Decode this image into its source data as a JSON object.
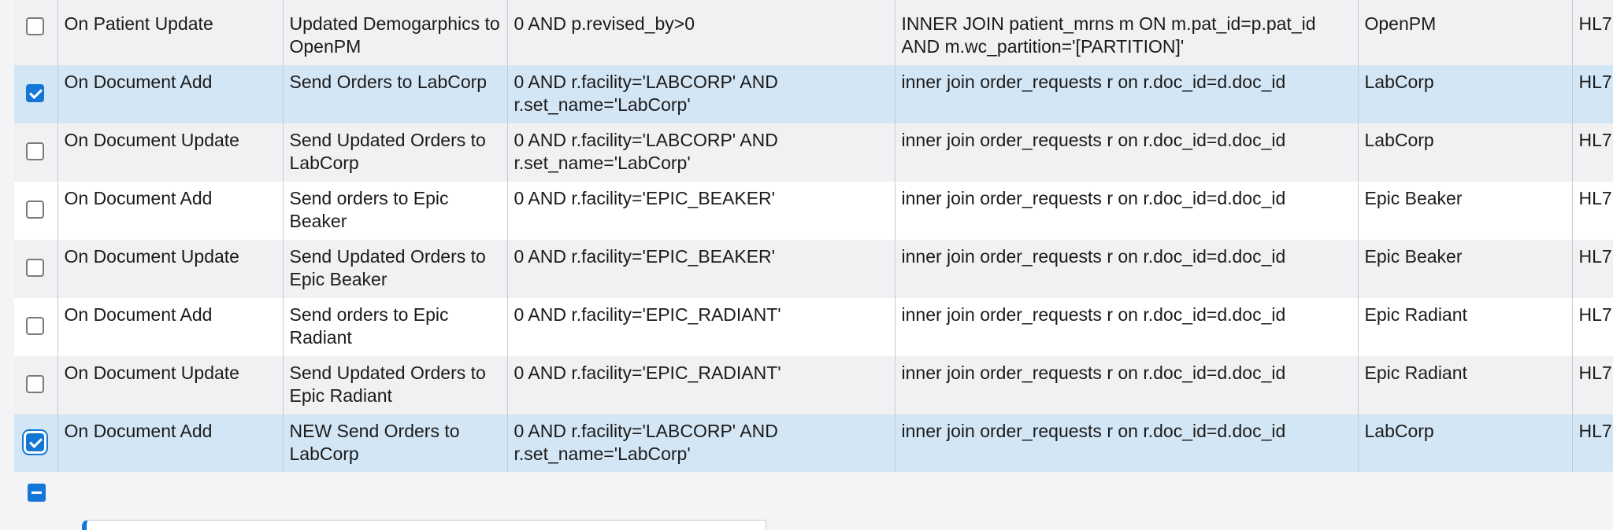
{
  "rows": [
    {
      "checked": false,
      "event": "On Patient Update",
      "description": "Updated Demogarphics to OpenPM",
      "condition": "0 AND p.revised_by>0",
      "join": "INNER JOIN patient_mrns m ON m.pat_id=p.pat_id AND m.wc_partition='[PARTITION]'",
      "target": "OpenPM",
      "format": "HL7"
    },
    {
      "checked": true,
      "event": "On Document Add",
      "description": "Send Orders to LabCorp",
      "condition": "0 AND r.facility='LABCORP' AND r.set_name='LabCorp'",
      "join": "inner join order_requests r on r.doc_id=d.doc_id",
      "target": "LabCorp",
      "format": "HL7"
    },
    {
      "checked": false,
      "event": "On Document Update",
      "description": "Send Updated Orders to LabCorp",
      "condition": "0 AND r.facility='LABCORP' AND r.set_name='LabCorp'",
      "join": "inner join order_requests r on r.doc_id=d.doc_id",
      "target": "LabCorp",
      "format": "HL7"
    },
    {
      "checked": false,
      "event": "On Document Add",
      "description": "Send orders to Epic Beaker",
      "condition": "0 AND r.facility='EPIC_BEAKER'",
      "join": "inner join order_requests r on r.doc_id=d.doc_id",
      "target": "Epic Beaker",
      "format": "HL7"
    },
    {
      "checked": false,
      "event": "On Document Update",
      "description": "Send Updated Orders to Epic Beaker",
      "condition": "0 AND r.facility='EPIC_BEAKER'",
      "join": "inner join order_requests r on r.doc_id=d.doc_id",
      "target": "Epic Beaker",
      "format": "HL7"
    },
    {
      "checked": false,
      "event": "On Document Add",
      "description": "Send orders to Epic Radiant",
      "condition": "0 AND r.facility='EPIC_RADIANT'",
      "join": "inner join order_requests r on r.doc_id=d.doc_id",
      "target": "Epic Radiant",
      "format": "HL7"
    },
    {
      "checked": false,
      "event": "On Document Update",
      "description": "Send Updated Orders to Epic Radiant",
      "condition": "0 AND r.facility='EPIC_RADIANT'",
      "join": "inner join order_requests r on r.doc_id=d.doc_id",
      "target": "Epic Radiant",
      "format": "HL7"
    },
    {
      "checked": true,
      "event": "On Document Add",
      "description": "NEW Send Orders to LabCorp",
      "condition": "0 AND r.facility='LABCORP' AND r.set_name='LabCorp'",
      "join": "inner join order_requests r on r.doc_id=d.doc_id",
      "target": "LabCorp",
      "format": "HL7"
    }
  ],
  "colors": {
    "accent": "#1477d8",
    "selected_row": "#d3e6f5",
    "alt_row": "#f1f1f4",
    "white_row": "#ffffff",
    "border": "#c9c9cf"
  },
  "icons": {
    "collapse": "minus-square-icon",
    "checkbox_checked": "checkmark-icon"
  }
}
